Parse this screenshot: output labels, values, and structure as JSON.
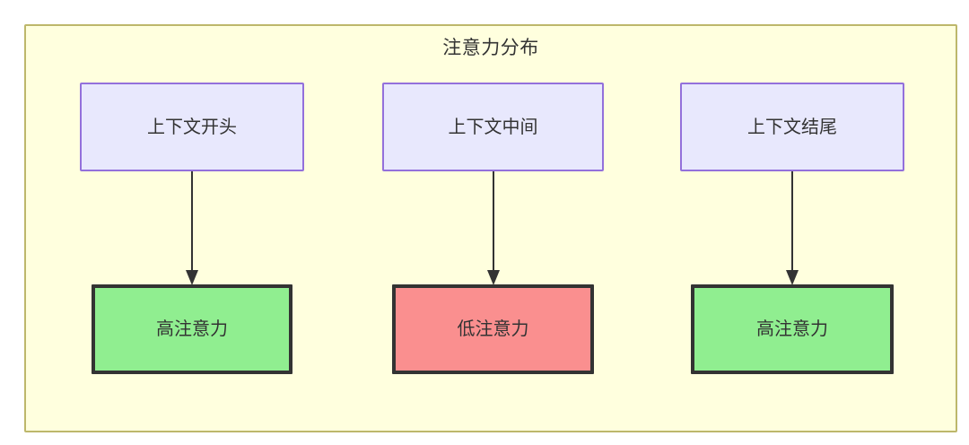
{
  "diagram": {
    "title": "注意力分布",
    "container_fill": "#FFFFDE",
    "container_stroke": "#BDB76B",
    "nodes": {
      "context_start": {
        "label": "上下文开头",
        "fill": "#E8E8FD",
        "stroke": "#9370DB"
      },
      "context_middle": {
        "label": "上下文中间",
        "fill": "#E8E8FD",
        "stroke": "#9370DB"
      },
      "context_end": {
        "label": "上下文结尾",
        "fill": "#E8E8FD",
        "stroke": "#9370DB"
      },
      "attention_start": {
        "label": "高注意力",
        "fill": "#90EE90",
        "stroke": "#333333"
      },
      "attention_middle": {
        "label": "低注意力",
        "fill": "#FA8F8F",
        "stroke": "#333333"
      },
      "attention_end": {
        "label": "高注意力",
        "fill": "#90EE90",
        "stroke": "#333333"
      }
    },
    "edges": [
      {
        "from": "context_start",
        "to": "attention_start"
      },
      {
        "from": "context_middle",
        "to": "attention_middle"
      },
      {
        "from": "context_end",
        "to": "attention_end"
      }
    ]
  }
}
